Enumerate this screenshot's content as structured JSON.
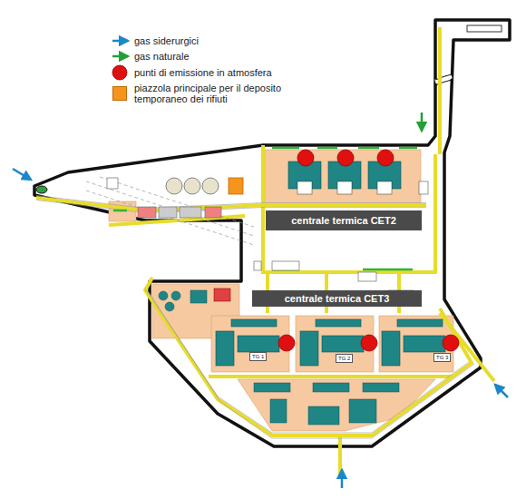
{
  "diagram": {
    "nodes": [
      {
        "text": [
          "centrale termica CET2"
        ]
      },
      {
        "text": [
          "centrale termica CET3"
        ]
      }
    ],
    "labels": [
      "TG 1",
      "TG 2",
      "TG 3"
    ],
    "legend": [
      {
        "text": "gas siderurgici"
      },
      {
        "text": "gas naturale"
      },
      {
        "text": "punti di emissione in atmosfera"
      },
      {
        "text": "piazzola principale per il deposito temporaneo dei rifiuti",
        "color": "#f7941d"
      }
    ]
  }
}
